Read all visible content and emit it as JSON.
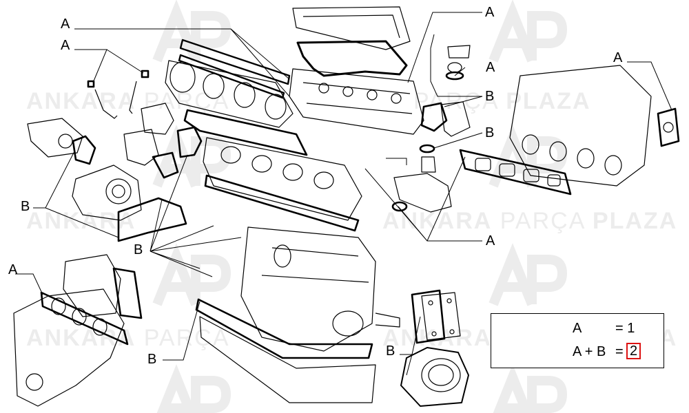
{
  "watermark": {
    "brand_left": "ANKARA",
    "brand_mid": "PARÇA",
    "brand_right": "PLAZA"
  },
  "callouts": {
    "a1": "A",
    "a2": "A",
    "a3": "A",
    "a4": "A",
    "a5": "A",
    "a6": "A",
    "a7": "A",
    "b1": "B",
    "b2": "B",
    "b3": "B",
    "b4": "B",
    "b5": "B",
    "b6": "B"
  },
  "legend": {
    "row1_label": "A",
    "row1_eq": "= 1",
    "row2_label": "A + B",
    "row2_eq": "=",
    "row2_value": "2"
  },
  "colors": {
    "line": "#000000",
    "watermark": "#e6e6e6",
    "highlight": "#d11111"
  }
}
